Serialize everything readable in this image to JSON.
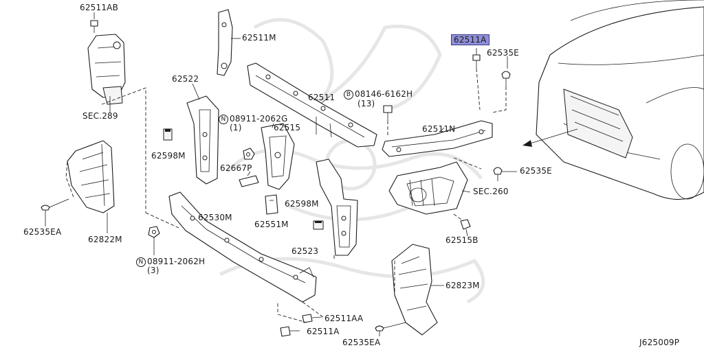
{
  "diagram_code": "J625009P",
  "labels": {
    "p62511AB": "62511AB",
    "p62511M": "62511M",
    "p62511A_top": "62511A",
    "p62535E_top": "62535E",
    "p62522": "62522",
    "p62511": "62511",
    "bolt_08146": "08146-6162H",
    "bolt_08146_qty": "(13)",
    "nut_08911_G": "08911-2062G",
    "nut_08911_G_qty": "(1)",
    "p62515": "62515",
    "p62511N": "62511N",
    "sec289": "SEC.289",
    "p62598M_left": "62598M",
    "p62667P": "62667P",
    "p62535E_mid": "62535E",
    "sec260": "SEC.260",
    "p62598M_mid": "62598M",
    "p62551M": "62551M",
    "p62535EA_left": "62535EA",
    "p62822M": "62822M",
    "p62530M": "62530M",
    "p62515B": "62515B",
    "p62523": "62523",
    "nut_08911_H": "08911-2062H",
    "nut_08911_H_qty": "(3)",
    "p62823M": "62823M",
    "p62511AA": "62511AA",
    "p62511A_bottom": "62511A",
    "p62535EA_bottom": "62535EA"
  },
  "highlight_color": "#8f8fd8",
  "icons": {
    "circled_b": "B",
    "circled_n": "N"
  }
}
